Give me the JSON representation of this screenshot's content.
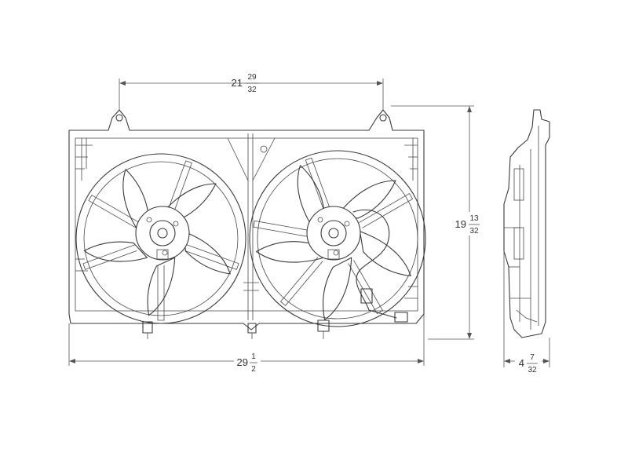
{
  "dimensions": {
    "width_top": {
      "whole": "21",
      "numerator": "29",
      "denominator": "32"
    },
    "height": {
      "whole": "19",
      "numerator": "13",
      "denominator": "32"
    },
    "width_bottom": {
      "whole": "29",
      "numerator": "1",
      "denominator": "2"
    },
    "depth": {
      "whole": "4",
      "numerator": "7",
      "denominator": "32"
    }
  }
}
